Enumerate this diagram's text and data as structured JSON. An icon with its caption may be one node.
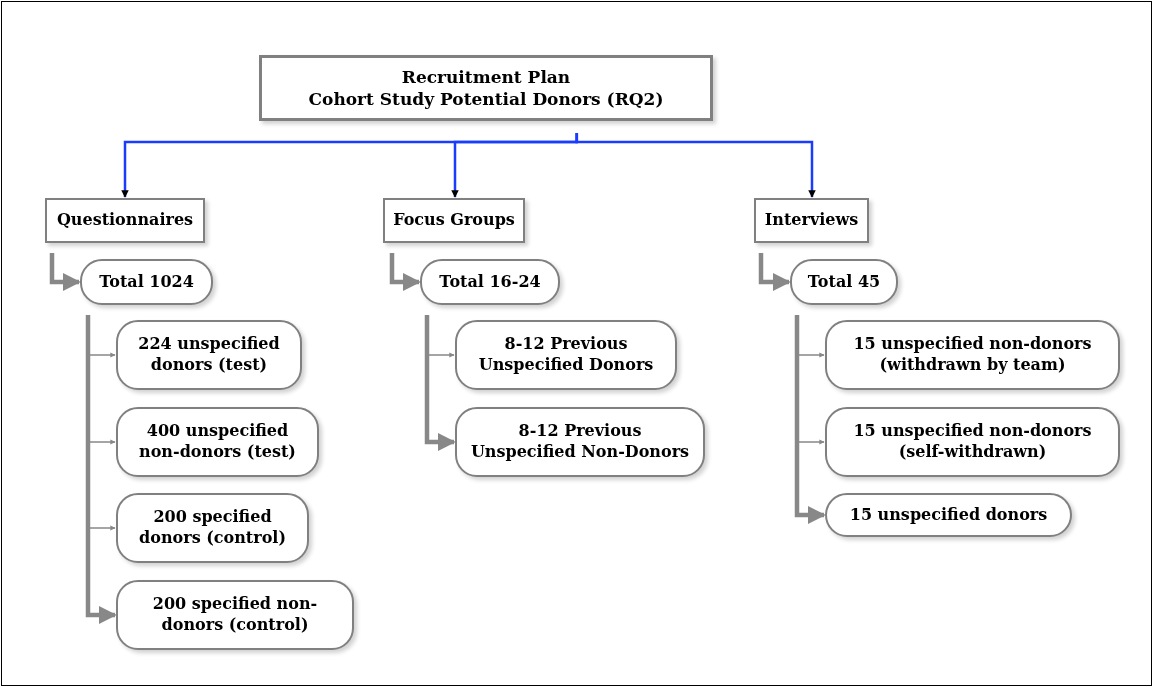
{
  "diagram": {
    "nodes": [
      {
        "text": [
          "Recruitment Plan",
          "Cohort Study Potential Donors (RQ2)"
        ]
      },
      {
        "text": [
          "Questionnaires"
        ]
      },
      {
        "text": [
          "Focus Groups"
        ]
      },
      {
        "text": [
          "Interviews"
        ]
      },
      {
        "text": [
          "Total 1024"
        ]
      },
      {
        "text": [
          "224 unspecified donors (test)"
        ]
      },
      {
        "text": [
          "400 unspecified non-donors (test)"
        ]
      },
      {
        "text": [
          "200 specified donors (control)"
        ]
      },
      {
        "text": [
          "200 specified non-donors (control)"
        ]
      },
      {
        "text": [
          "Total 16-24"
        ]
      },
      {
        "text": [
          "8-12 Previous Unspecified Donors"
        ]
      },
      {
        "text": [
          "8-12 Previous Unspecified Non-Donors"
        ]
      },
      {
        "text": [
          "Total 45"
        ]
      },
      {
        "text": [
          "15 unspecified non-donors (withdrawn by team)"
        ]
      },
      {
        "text": [
          "15 unspecified non-donors (self-withdrawn)"
        ]
      },
      {
        "text": [
          "15 unspecified donors"
        ]
      }
    ],
    "edges": [
      {
        "from": 0,
        "to": 1,
        "arrow": "to",
        "color": "#1a3cff"
      },
      {
        "from": 0,
        "to": 2,
        "arrow": "to",
        "color": "#1a3cff"
      },
      {
        "from": 0,
        "to": 3,
        "arrow": "to",
        "color": "#1a3cff"
      },
      {
        "from": 1,
        "to": 4,
        "arrow": "to",
        "style": "thick"
      },
      {
        "from": 4,
        "to": 5,
        "arrow": "to"
      },
      {
        "from": 4,
        "to": 6,
        "arrow": "to"
      },
      {
        "from": 4,
        "to": 7,
        "arrow": "to"
      },
      {
        "from": 4,
        "to": 8,
        "arrow": "to",
        "style": "thick"
      },
      {
        "from": 2,
        "to": 9,
        "arrow": "to",
        "style": "thick"
      },
      {
        "from": 9,
        "to": 10,
        "arrow": "to"
      },
      {
        "from": 9,
        "to": 11,
        "arrow": "to",
        "style": "thick"
      },
      {
        "from": 3,
        "to": 12,
        "arrow": "to",
        "style": "thick"
      },
      {
        "from": 12,
        "to": 13,
        "arrow": "to"
      },
      {
        "from": 12,
        "to": 14,
        "arrow": "to"
      },
      {
        "from": 12,
        "to": 15,
        "arrow": "to",
        "style": "thick"
      }
    ]
  }
}
